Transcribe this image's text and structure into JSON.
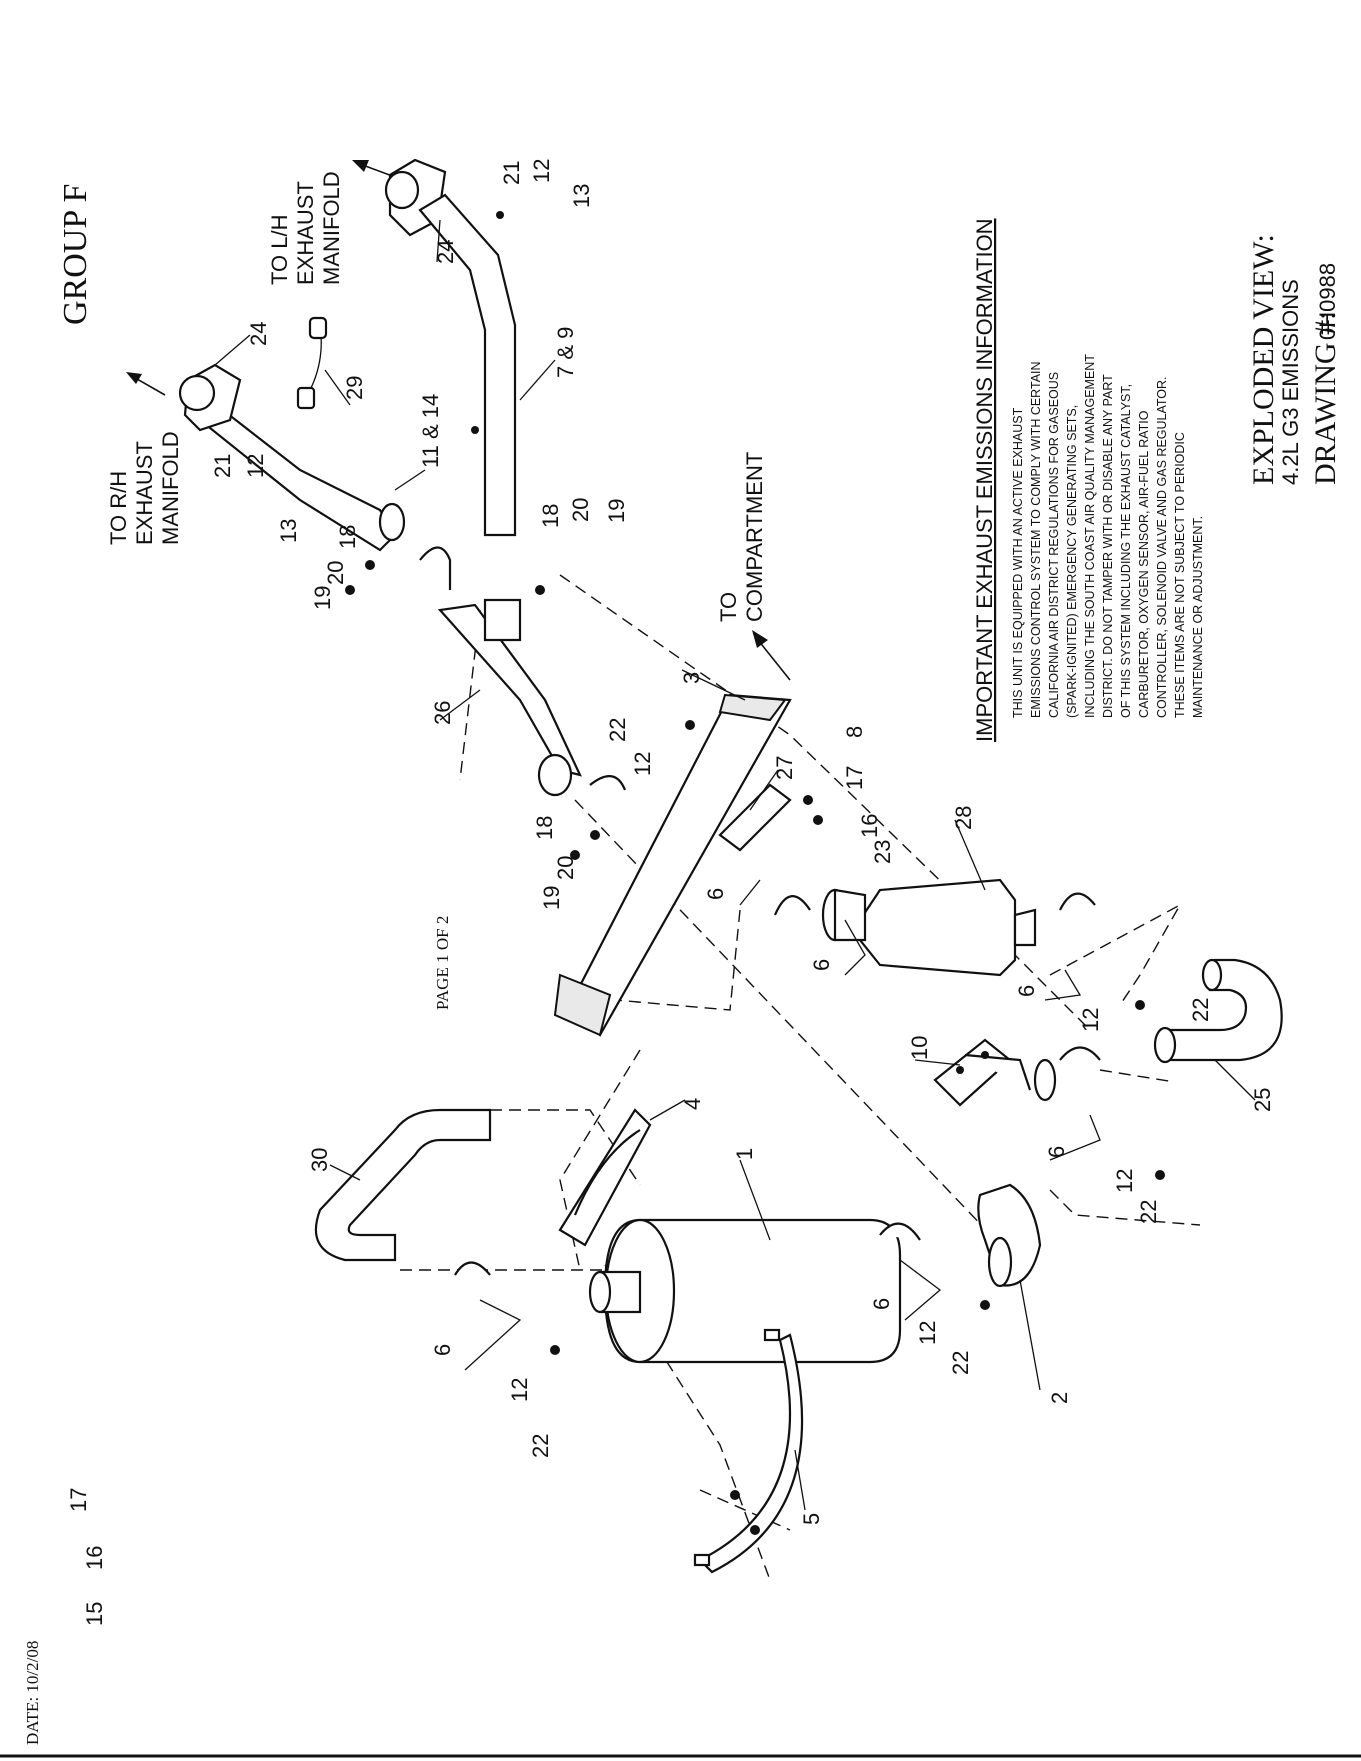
{
  "header": {
    "group_title": "GROUP F",
    "view_title": "EXPLODED VIEW:",
    "view_subtitle": "4.2L G3 EMISSIONS",
    "drawing_label": "DRAWING #:",
    "drawing_number": "0H0988",
    "page": "PAGE 1 OF 2",
    "date": "DATE:  10/2/08"
  },
  "notice": {
    "title": "IMPORTANT EXHAUST EMISSIONS INFORMATION",
    "lines": [
      "THIS UNIT IS EQUIPPED WITH AN ACTIVE EXHAUST",
      "EMISSIONS CONTROL SYSTEM TO COMPLY WITH CERTAIN",
      "CALIFORNIA AIR DISTRICT REGULATIONS FOR GASEOUS",
      "(SPARK-IGNITED) EMERGENCY GENERATING SETS,",
      "INCLUDING THE SOUTH COAST AIR QUALITY MANAGEMENT",
      "DISTRICT. DO NOT TAMPER WITH OR DISABLE ANY PART",
      "OF THIS SYSTEM INCLUDING THE EXHAUST CATALYST,",
      "CARBURETOR, OXYGEN SENSOR, AIR-FUEL RATIO",
      "CONTROLLER, SOLENOID VALVE AND GAS REGULATOR.",
      "THESE ITEMS ARE NOT SUBJECT TO PERIODIC",
      "MAINTENANCE OR ADJUSTMENT."
    ]
  },
  "directions": {
    "rh": [
      "TO R/H",
      "EXHAUST",
      "MANIFOLD"
    ],
    "lh": [
      "TO L/H",
      "EXHAUST",
      "MANIFOLD"
    ],
    "compartment": [
      "TO",
      "COMPARTMENT"
    ]
  },
  "callouts": {
    "c1": "1",
    "c2": "2",
    "c3": "3",
    "c4": "4",
    "c5": "5",
    "c6a": "6",
    "c6b": "6",
    "c6c": "6",
    "c6d": "6",
    "c6e": "6",
    "c6f": "6",
    "c7_9": "7 & 9",
    "c8": "8",
    "c10": "10",
    "c11_14": "11 & 14",
    "c12a": "12",
    "c12b": "12",
    "c12c": "12",
    "c12d": "12",
    "c12e": "12",
    "c12f": "12",
    "c12g": "12",
    "c13a": "13",
    "c13b": "13",
    "c15": "15",
    "c16a": "16",
    "c16b": "16",
    "c17a": "17",
    "c17b": "17",
    "c18a": "18",
    "c18b": "18",
    "c18c": "18",
    "c19a": "19",
    "c19b": "19",
    "c19c": "19",
    "c20a": "20",
    "c20b": "20",
    "c20c": "20",
    "c21a": "21",
    "c21b": "21",
    "c22a": "22",
    "c22b": "22",
    "c22c": "22",
    "c22d": "22",
    "c22e": "22",
    "c23": "23",
    "c24a": "24",
    "c24b": "24",
    "c25": "25",
    "c26": "26",
    "c27": "27",
    "c28": "28",
    "c29": "29",
    "c30": "30"
  }
}
